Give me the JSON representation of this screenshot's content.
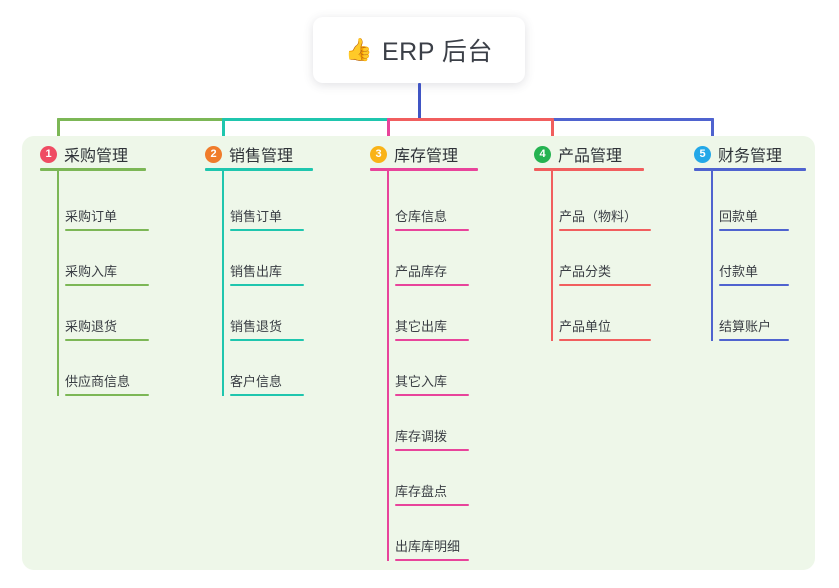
{
  "root": {
    "emoji": "👍",
    "emoji_name": "thumbs-up-icon",
    "title": "ERP 后台"
  },
  "theme": {
    "panel_bg": "#eef7e9",
    "page_bg": "#ffffff",
    "card_bg": "#ffffff",
    "text": "#3a3e44",
    "root_stem": "#4055c4"
  },
  "columns": [
    {
      "number": "1",
      "title": "采购管理",
      "line_color": "#7cb756",
      "badge_color": "#ef4c63",
      "items": [
        "采购订单",
        "采购入库",
        "采购退货",
        "供应商信息"
      ]
    },
    {
      "number": "2",
      "title": "销售管理",
      "line_color": "#1fc6ae",
      "badge_color": "#f07c2b",
      "items": [
        "销售订单",
        "销售出库",
        "销售退货",
        "客户信息"
      ]
    },
    {
      "number": "3",
      "title": "库存管理",
      "line_color": "#e8449b",
      "badge_color": "#f9b317",
      "items": [
        "仓库信息",
        "产品库存",
        "其它出库",
        "其它入库",
        "库存调拨",
        "库存盘点",
        "出库库明细"
      ]
    },
    {
      "number": "4",
      "title": "产品管理",
      "line_color": "#f15e5e",
      "badge_color": "#25b351",
      "items": [
        "产品（物料）",
        "产品分类",
        "产品单位"
      ]
    },
    {
      "number": "5",
      "title": "财务管理",
      "line_color": "#4f63cf",
      "badge_color": "#23a8e8",
      "items": [
        "回款单",
        "付款单",
        "结算账户"
      ]
    }
  ]
}
